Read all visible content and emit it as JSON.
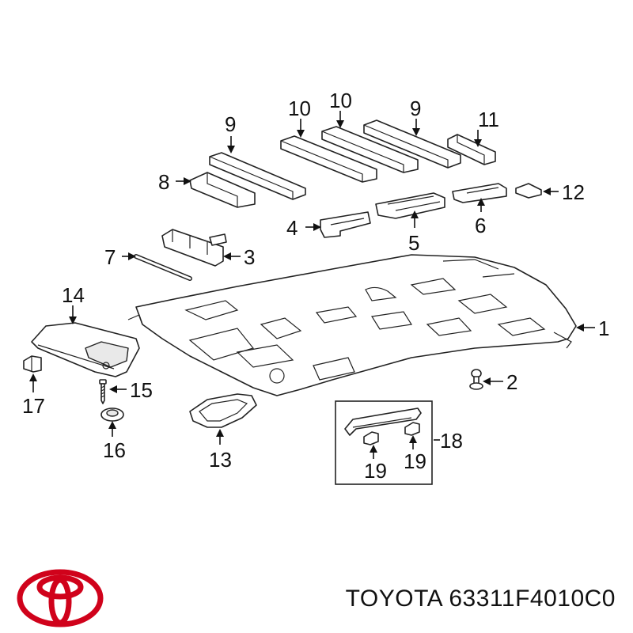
{
  "callouts": {
    "c1": "1",
    "c2": "2",
    "c3": "3",
    "c4": "4",
    "c5": "5",
    "c6": "6",
    "c7": "7",
    "c8": "8",
    "c9a": "9",
    "c9b": "9",
    "c10a": "10",
    "c10b": "10",
    "c11": "11",
    "c12": "12",
    "c13": "13",
    "c14": "14",
    "c15": "15",
    "c16": "16",
    "c17": "17",
    "c18": "18",
    "c19a": "19",
    "c19b": "19"
  },
  "footer": {
    "part_number": "TOYOTA 63311F4010C0",
    "logo_icon": "toyota-logo-icon",
    "logo_color": "#d0021b"
  }
}
